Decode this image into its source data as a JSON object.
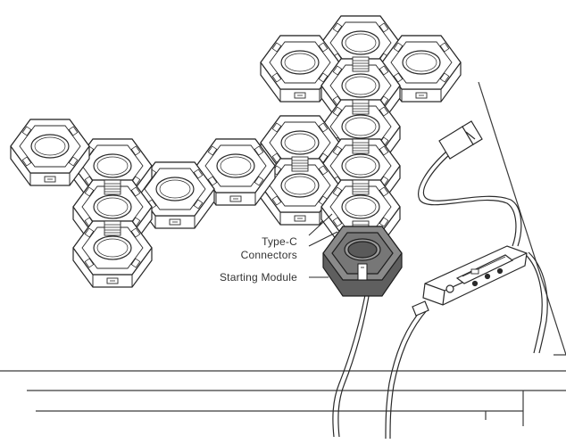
{
  "labels": {
    "connectors_line1": "Type-C",
    "connectors_line2": "Connectors",
    "starting_module": "Starting Module"
  },
  "colors": {
    "line": "#2a2a2a",
    "module_fill": "#ffffff",
    "starting_module_fill": "#6e6e6e",
    "starting_module_top": "#8a8a8a",
    "background": "#ffffff"
  }
}
